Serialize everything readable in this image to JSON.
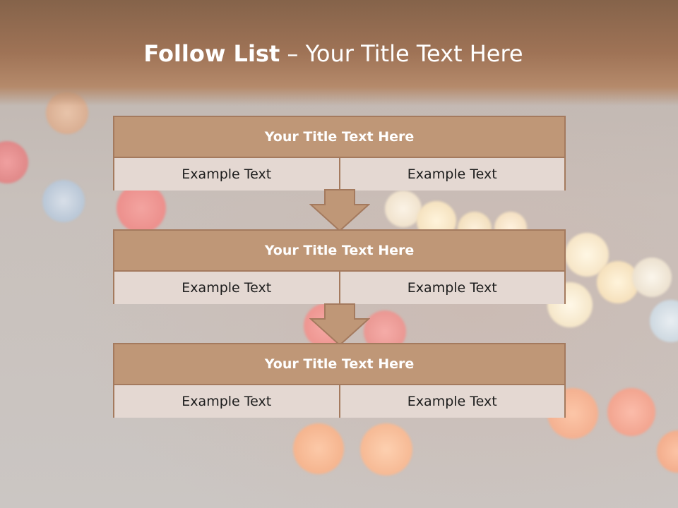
{
  "slide": {
    "title_bold": "Follow List",
    "title_rest": " – Your Title Text Here"
  },
  "steps": [
    {
      "title": "Your Title Text Here",
      "left": "Example Text",
      "right": "Example Text"
    },
    {
      "title": "Your Title Text Here",
      "left": "Example Text",
      "right": "Example Text"
    },
    {
      "title": "Your Title Text Here",
      "left": "Example Text",
      "right": "Example Text"
    }
  ],
  "colors": {
    "header": "#bf9777",
    "border": "#a47a5e",
    "cell": "#e4d8d2",
    "top_band": "#9f7356"
  }
}
